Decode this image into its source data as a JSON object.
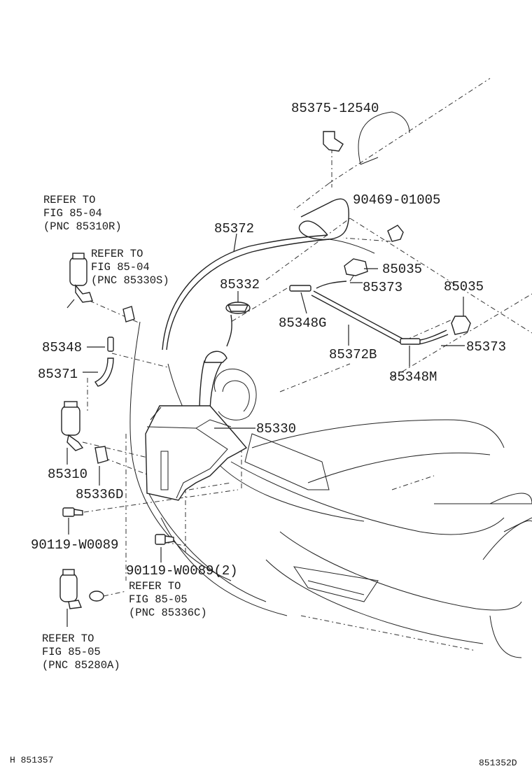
{
  "diagram": {
    "part_labels": [
      "85375-12540",
      "90469-01005",
      "85372",
      "85332",
      "85035",
      "85373",
      "85035",
      "85348G",
      "85372B",
      "85373",
      "85348M",
      "85348",
      "85371",
      "85330",
      "85310",
      "85336D",
      "90119-W0089",
      "90119-W0089(2)"
    ],
    "reference_notes": [
      [
        "REFER TO",
        "FIG 85-04",
        "(PNC 85310R)"
      ],
      [
        "REFER TO",
        "FIG 85-04",
        "(PNC 85330S)"
      ],
      [
        "REFER TO",
        "FIG 85-05",
        "(PNC 85336C)"
      ],
      [
        "REFER TO",
        "FIG 85-05",
        "(PNC 85280A)"
      ]
    ],
    "footer_left": "H 851357",
    "footer_right": "851352D"
  }
}
